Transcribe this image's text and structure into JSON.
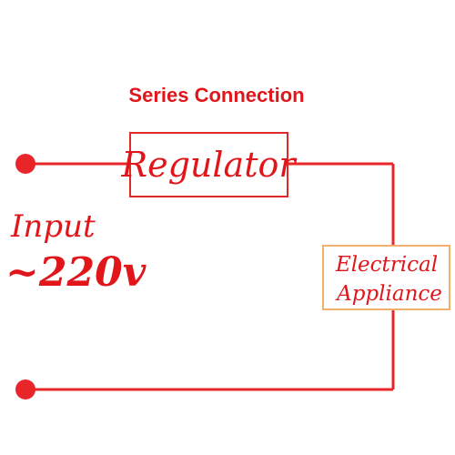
{
  "title": "Series Connection",
  "regulator_label": "Regulator",
  "appliance_label_line1": "Electrical",
  "appliance_label_line2": "Appliance",
  "input_label": "Input",
  "voltage_label": "~220v",
  "colors": {
    "wire": "#e8262a",
    "text": "#e0161b",
    "regulator_border": "#e02a2a",
    "appliance_border": "#f0b26a",
    "terminal": "#e8262a",
    "background": "#ffffff"
  }
}
